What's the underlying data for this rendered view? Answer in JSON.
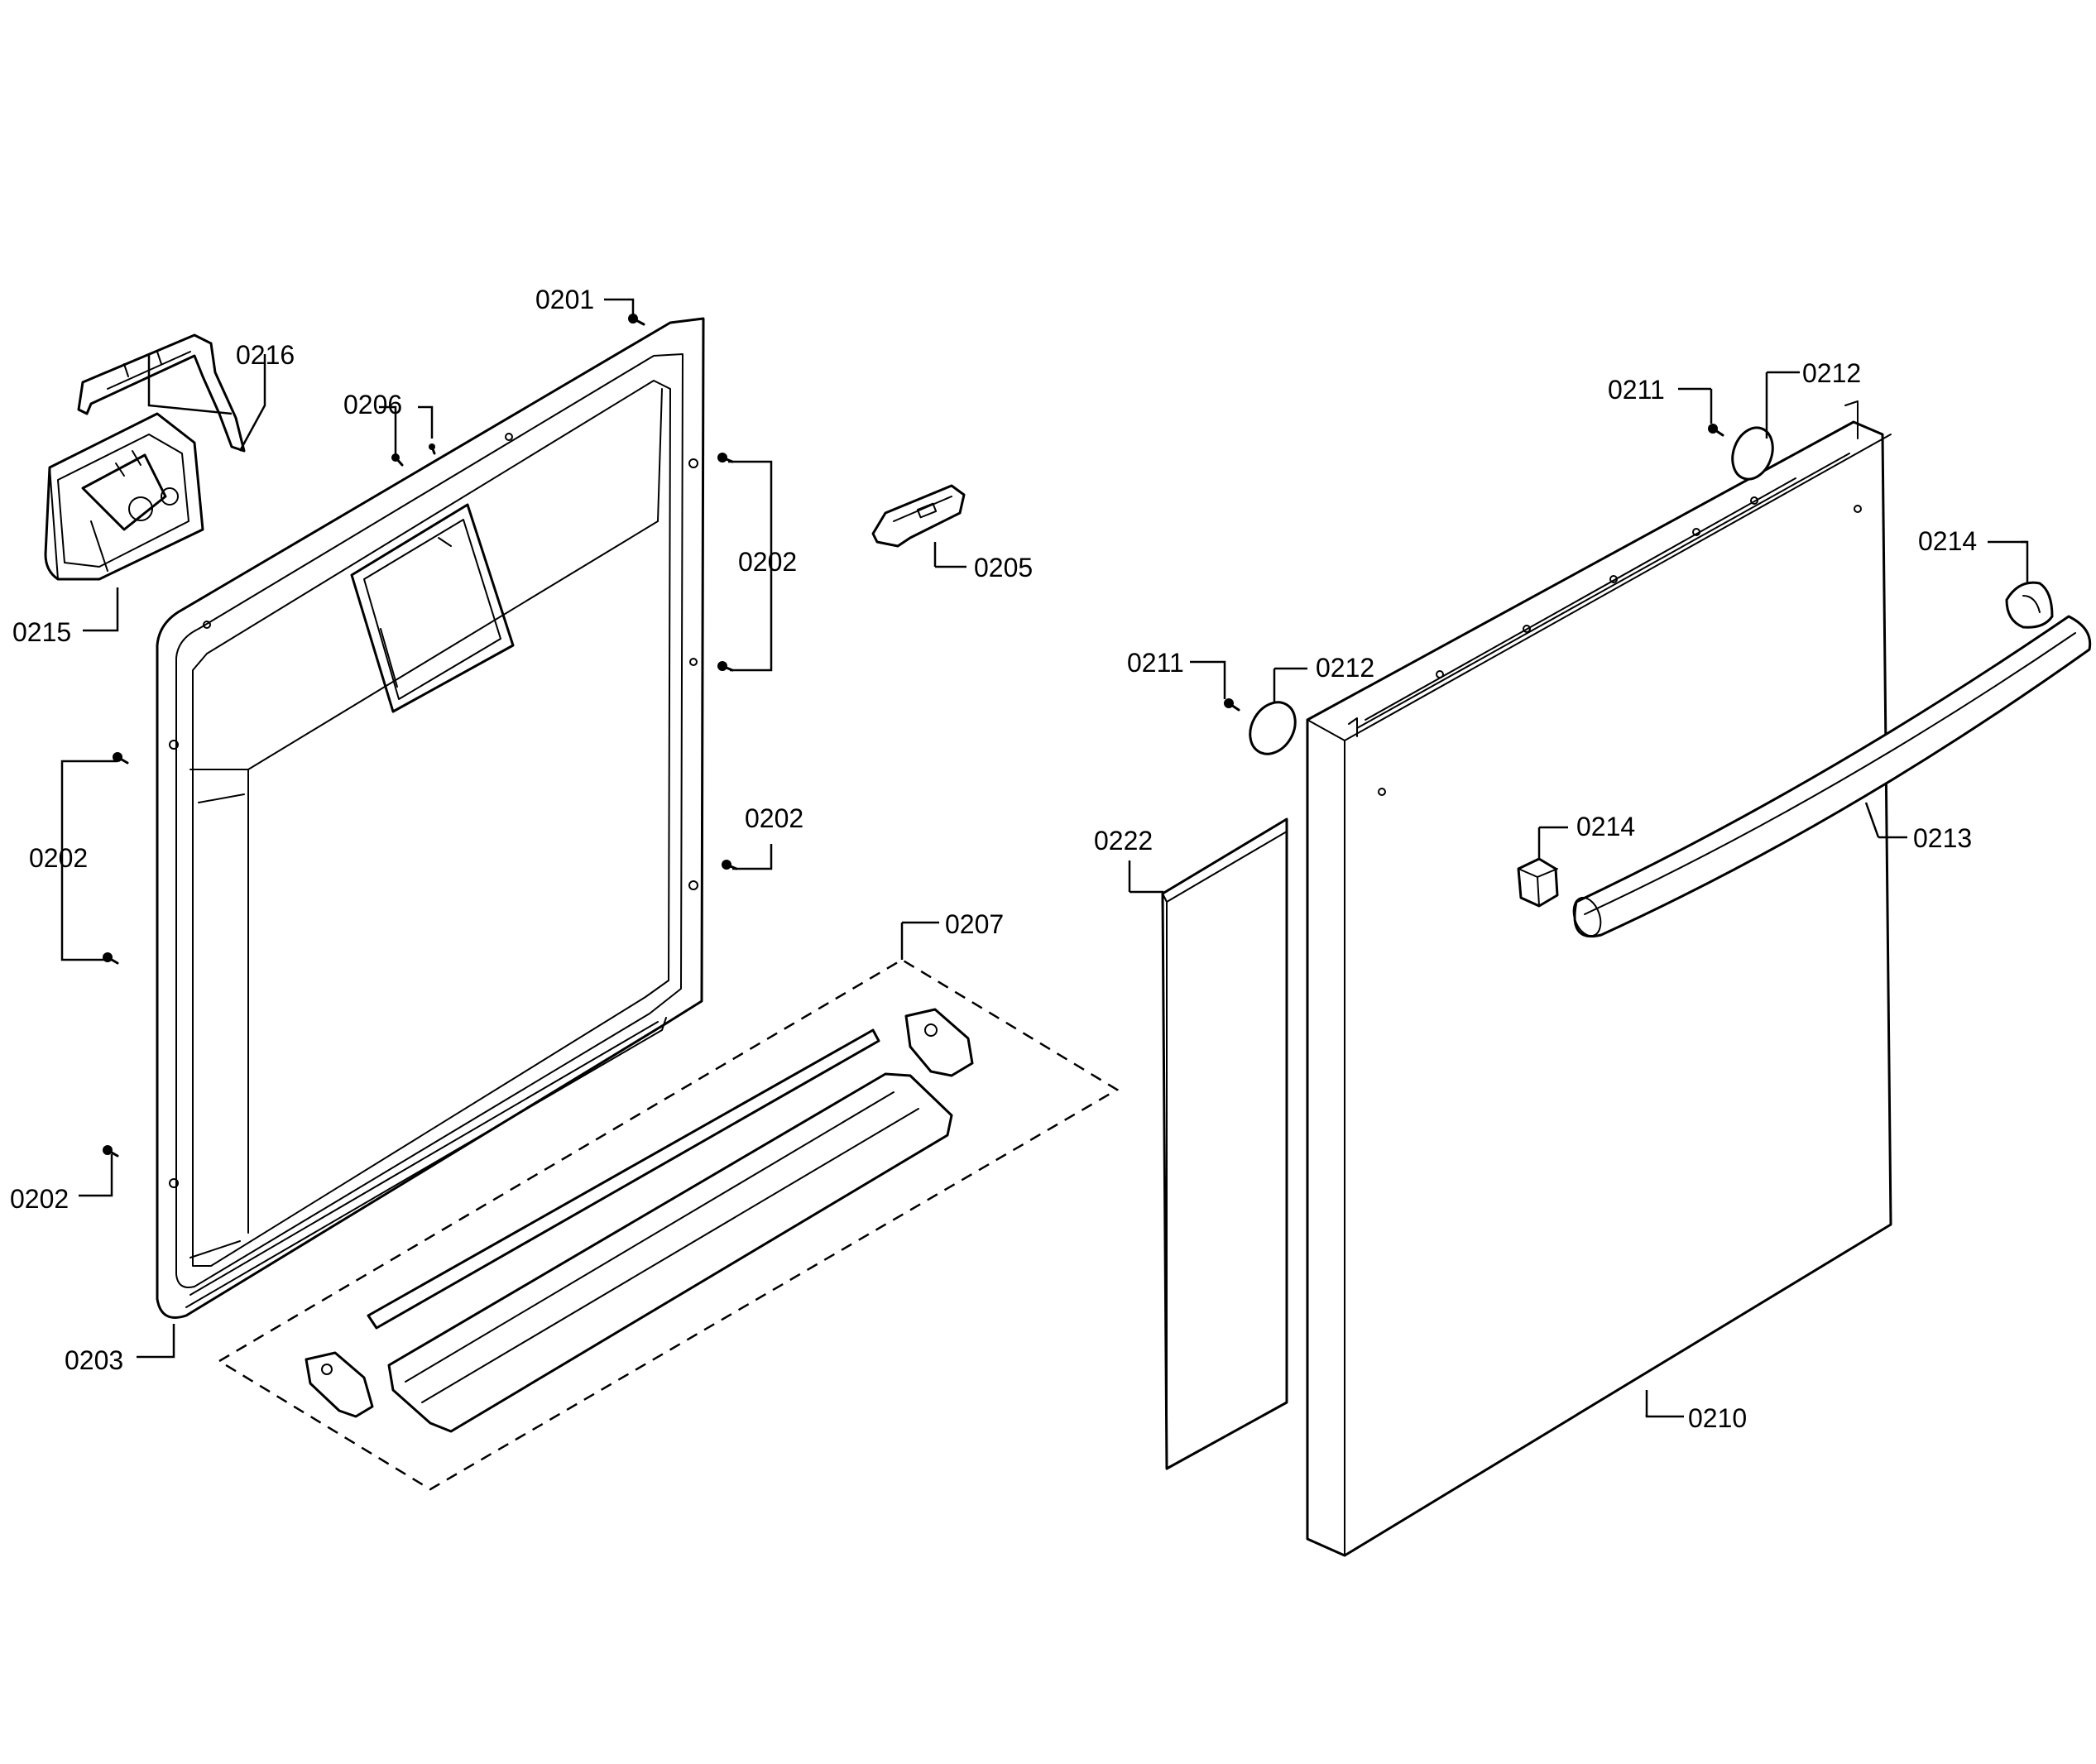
{
  "callouts": {
    "c0201": "0201",
    "c0202_a": "0202",
    "c0202_b": "0202",
    "c0202_c": "0202",
    "c0202_d": "0202",
    "c0203": "0203",
    "c0205": "0205",
    "c0206": "0206",
    "c0207": "0207",
    "c0210": "0210",
    "c0211_a": "0211",
    "c0211_b": "0211",
    "c0212_a": "0212",
    "c0212_b": "0212",
    "c0213": "0213",
    "c0214_a": "0214",
    "c0214_b": "0214",
    "c0215": "0215",
    "c0216": "0216",
    "c0222": "0222"
  }
}
